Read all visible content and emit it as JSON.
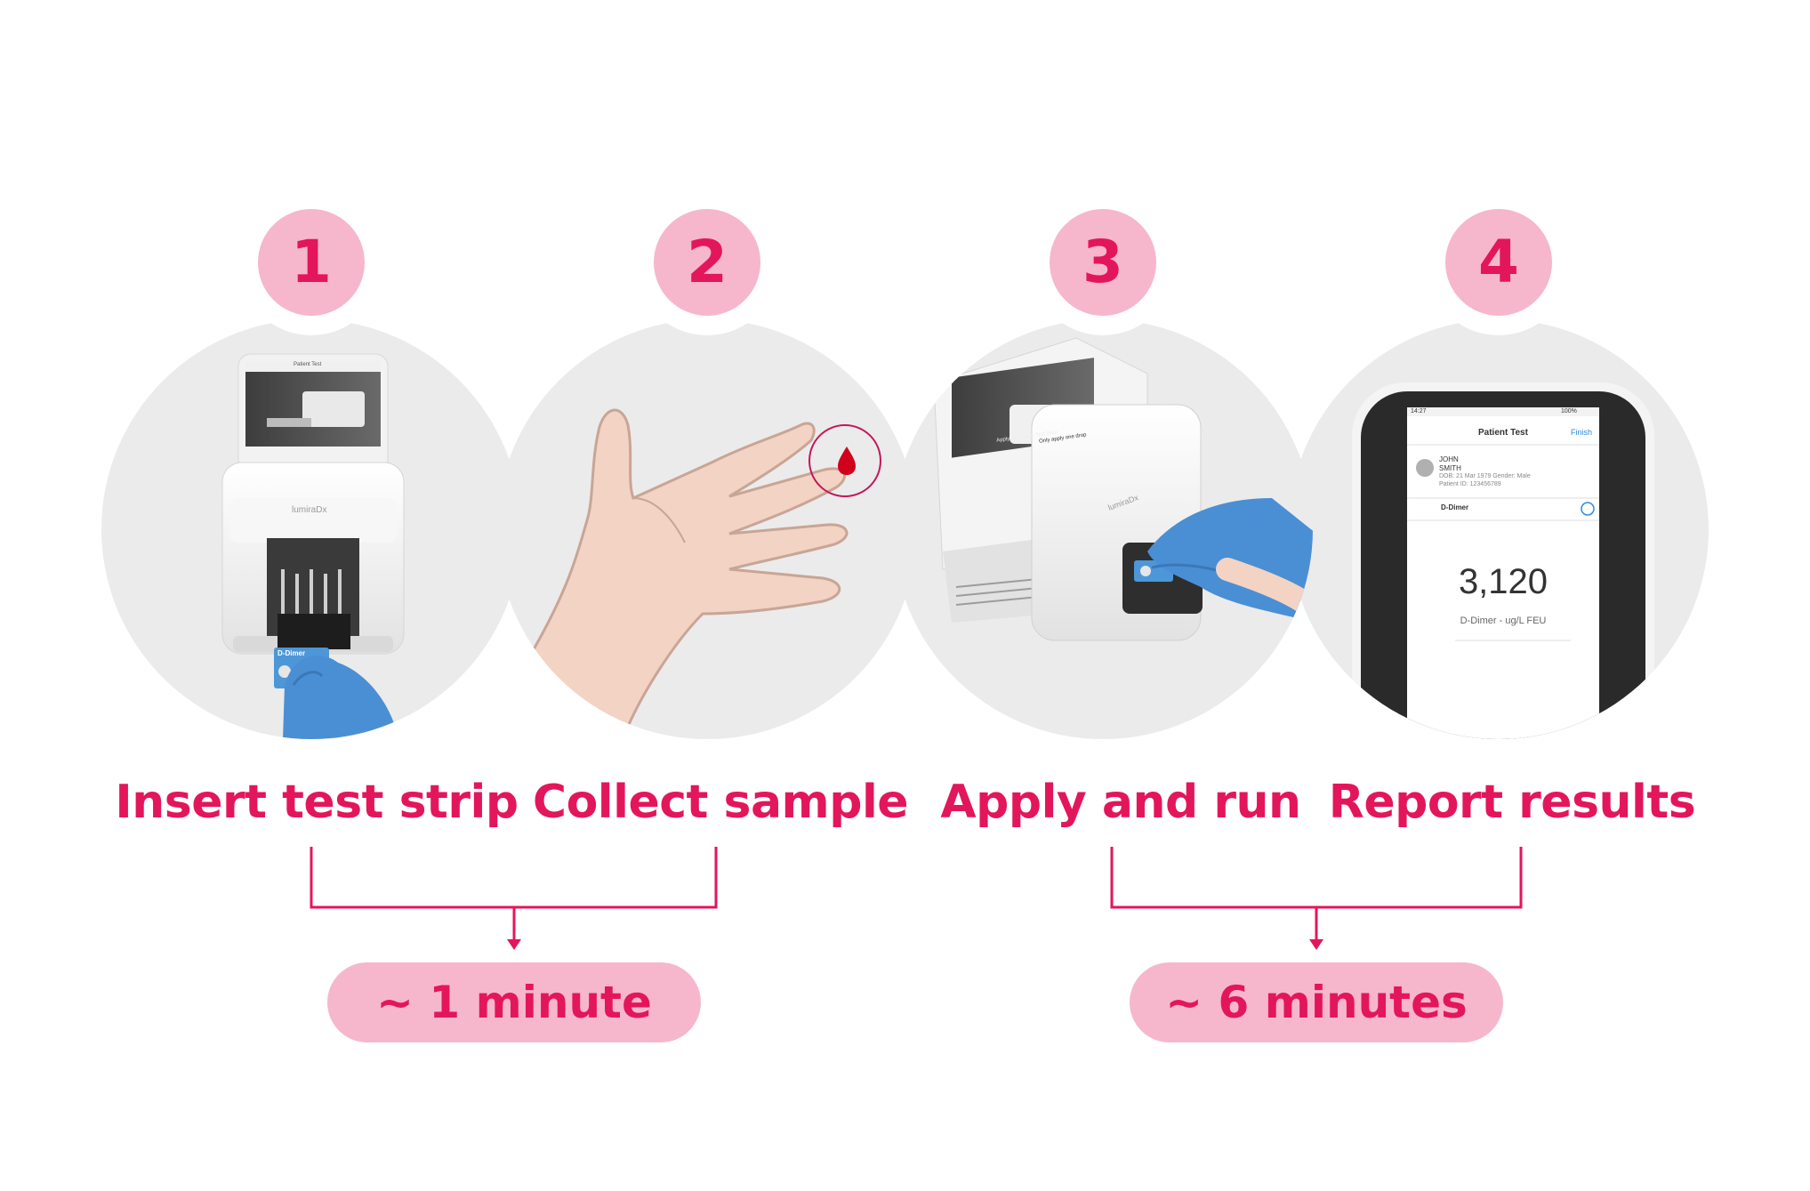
{
  "steps": [
    {
      "number": "1",
      "label": "Insert test strip"
    },
    {
      "number": "2",
      "label": "Collect sample"
    },
    {
      "number": "3",
      "label": "Apply and run"
    },
    {
      "number": "4",
      "label": "Report results"
    }
  ],
  "durations": [
    {
      "label": "~ 1 minute"
    },
    {
      "label": "~ 6 minutes"
    }
  ],
  "device": {
    "brand": "lumiraDx",
    "strip_label": "D-Dimer",
    "screen1_title": "Patient Test",
    "screen3_prompt": "Apply sample to Test Strip",
    "screen3_note": "Only apply one drop"
  },
  "phone": {
    "time": "14:27",
    "battery": "100%",
    "title": "Patient Test",
    "finish": "Finish",
    "patient_first": "JOHN",
    "patient_last": "SMITH",
    "dob_line": "DOB: 21 Mar 1979   Gender: Male",
    "patient_id": "Patient ID: 123456789",
    "test_name": "D-Dimer",
    "result_value": "3,120",
    "result_unit": "D-Dimer - ug/L FEU"
  },
  "colors": {
    "accent": "#e3165b",
    "pink_light": "#f6b7cc",
    "circle_bg": "#ebebeb",
    "glove": "#4a8fd4",
    "skin": "#f3d3c4"
  },
  "icons": [
    "blood-drop-icon",
    "info-icon",
    "avatar-icon"
  ]
}
